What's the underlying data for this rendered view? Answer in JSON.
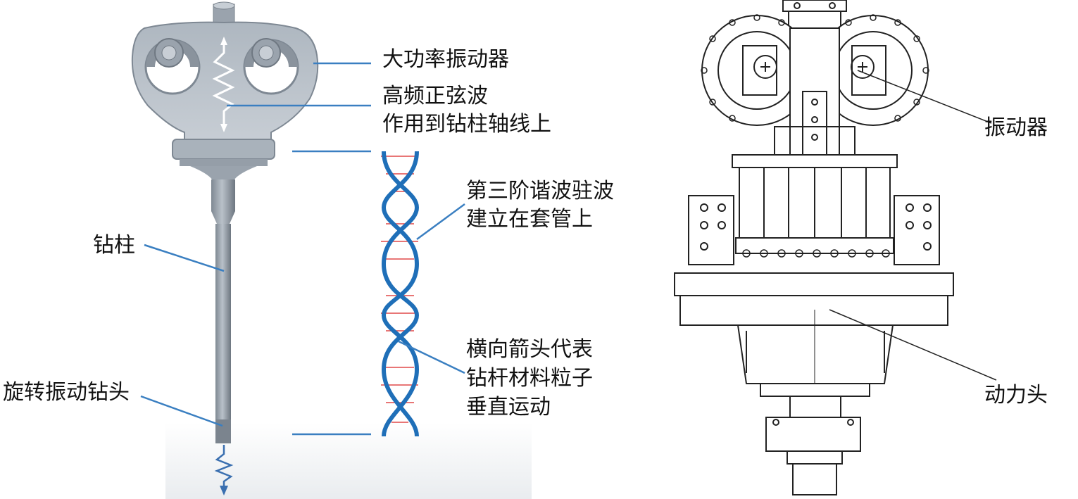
{
  "left_panel": {
    "labels": {
      "vibrator": "大功率振动器",
      "sine_wave_line1": "高频正弦波",
      "sine_wave_line2": "作用到钻柱轴线上",
      "standing_wave_line1": "第三阶谐波驻波",
      "standing_wave_line2": "建立在套管上",
      "drill_string": "钻柱",
      "arrows_line1": "横向箭头代表",
      "arrows_line2": "钻杆材料粒子",
      "arrows_line3": "垂直运动",
      "drill_bit": "旋转振动钻头"
    }
  },
  "right_panel": {
    "labels": {
      "vibrator": "振动器",
      "power_head": "动力头"
    }
  },
  "colors": {
    "leader": "#3a7fc1",
    "helix": "#1f6fb8",
    "rung": "#e04848",
    "metal_light": "#c3cad2",
    "metal_dark": "#8d97a1",
    "line_art": "#222222"
  }
}
